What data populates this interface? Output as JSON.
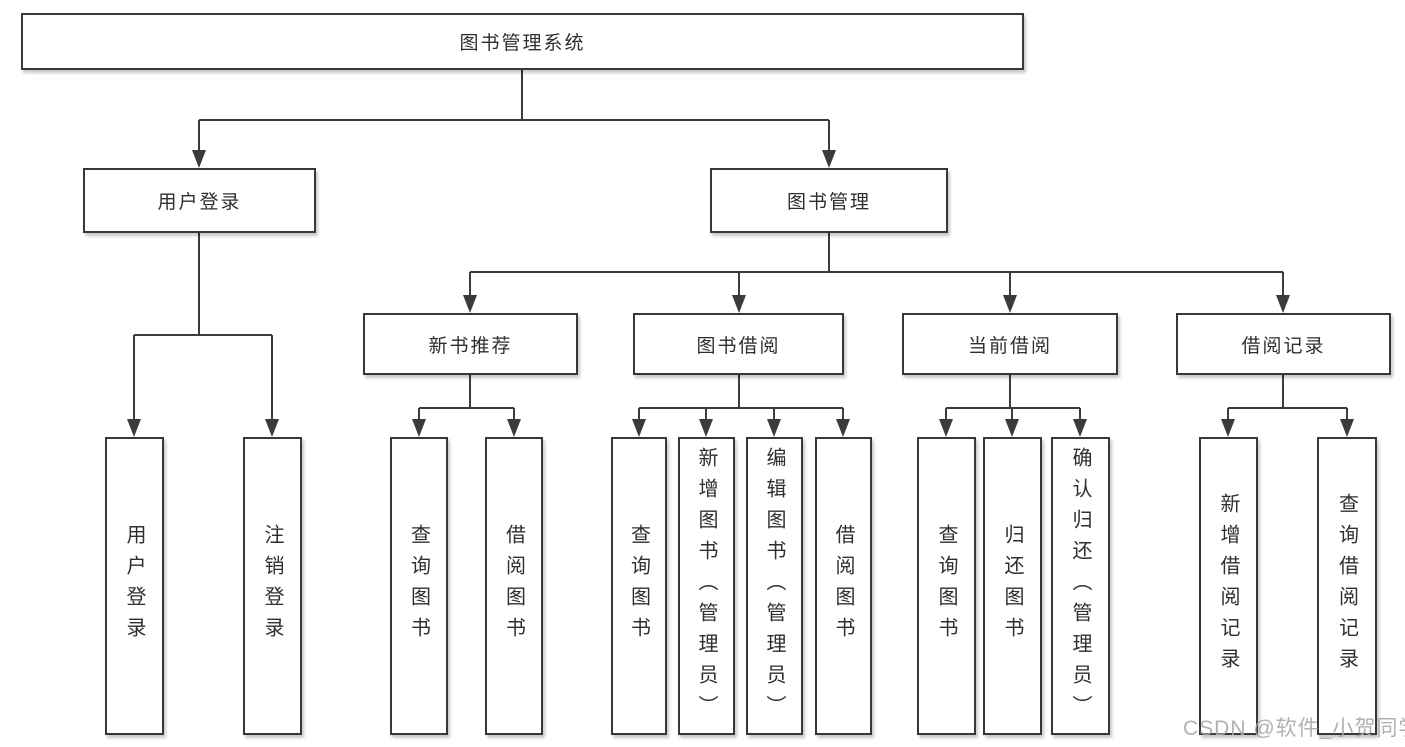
{
  "tree": {
    "label": "图书管理系统",
    "children": [
      {
        "label": "用户登录",
        "children": [
          {
            "label": "用户登录"
          },
          {
            "label": "注销登录"
          }
        ]
      },
      {
        "label": "图书管理",
        "children": [
          {
            "label": "新书推荐",
            "children": [
              {
                "label": "查询图书"
              },
              {
                "label": "借阅图书"
              }
            ]
          },
          {
            "label": "图书借阅",
            "children": [
              {
                "label": "查询图书"
              },
              {
                "label": "新增图书（管理员）"
              },
              {
                "label": "编辑图书（管理员）"
              },
              {
                "label": "借阅图书"
              }
            ]
          },
          {
            "label": "当前借阅",
            "children": [
              {
                "label": "查询图书"
              },
              {
                "label": "归还图书"
              },
              {
                "label": "确认归还（管理员）"
              }
            ]
          },
          {
            "label": "借阅记录",
            "children": [
              {
                "label": "新增借阅记录"
              },
              {
                "label": "查询借阅记录"
              }
            ]
          }
        ]
      }
    ]
  },
  "watermark": {
    "text": "CSDN @软件_小贺同学"
  },
  "colors": {
    "line": "#3b3b3b",
    "border": "#383838",
    "text": "#2f2f2f",
    "background": "#ffffff",
    "watermark": "#a8a8a8"
  }
}
